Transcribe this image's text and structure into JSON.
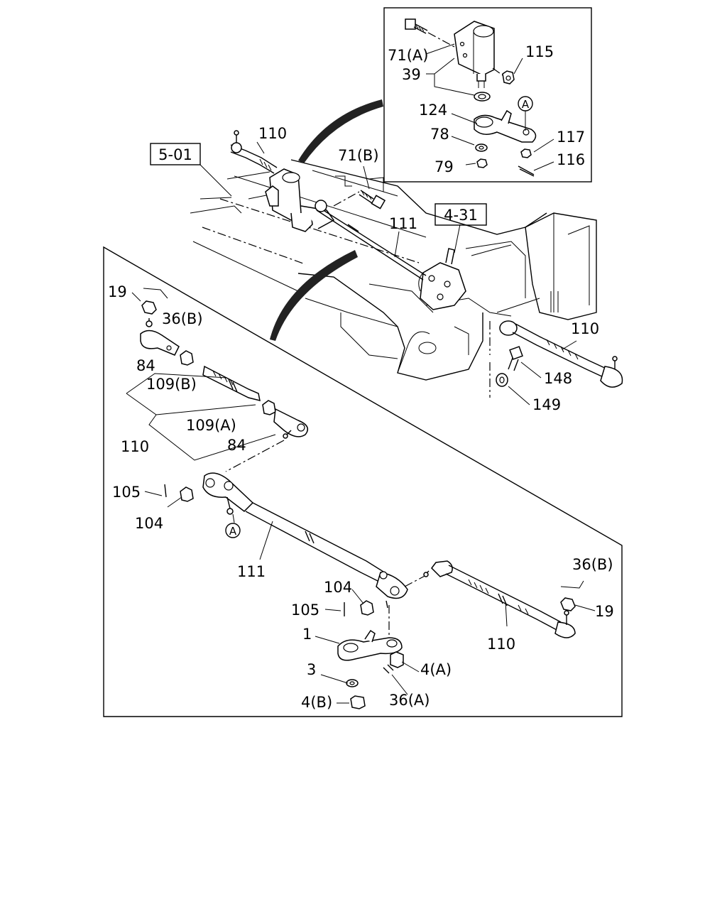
{
  "diagram": {
    "callouts": {
      "ref_5_01": "5-01",
      "ref_4_31": "4-31",
      "circle_a": "A"
    },
    "labels": [
      {
        "id": "l110-top",
        "text": "110"
      },
      {
        "id": "l71b",
        "text": "71(B)"
      },
      {
        "id": "l111-top",
        "text": "111"
      },
      {
        "id": "l110-right",
        "text": "110"
      },
      {
        "id": "l148",
        "text": "148"
      },
      {
        "id": "l149",
        "text": "149"
      },
      {
        "id": "l71a",
        "text": "71(A)"
      },
      {
        "id": "l115",
        "text": "115"
      },
      {
        "id": "l39",
        "text": "39"
      },
      {
        "id": "l124",
        "text": "124"
      },
      {
        "id": "l78",
        "text": "78"
      },
      {
        "id": "l117",
        "text": "117"
      },
      {
        "id": "l79",
        "text": "79"
      },
      {
        "id": "l116",
        "text": "116"
      },
      {
        "id": "l19-left",
        "text": "19"
      },
      {
        "id": "l36b-left",
        "text": "36(B)"
      },
      {
        "id": "l84-top",
        "text": "84"
      },
      {
        "id": "l109b",
        "text": "109(B)"
      },
      {
        "id": "l109a",
        "text": "109(A)"
      },
      {
        "id": "l110-left",
        "text": "110"
      },
      {
        "id": "l84-bottom",
        "text": "84"
      },
      {
        "id": "l105-left",
        "text": "105"
      },
      {
        "id": "l104-left",
        "text": "104"
      },
      {
        "id": "l111-bottom",
        "text": "111"
      },
      {
        "id": "l104-mid",
        "text": "104"
      },
      {
        "id": "l105-mid",
        "text": "105"
      },
      {
        "id": "l36b-right",
        "text": "36(B)"
      },
      {
        "id": "l19-right",
        "text": "19"
      },
      {
        "id": "l110-bottom",
        "text": "110"
      },
      {
        "id": "l1",
        "text": "1"
      },
      {
        "id": "l3",
        "text": "3"
      },
      {
        "id": "l4a",
        "text": "4(A)"
      },
      {
        "id": "l36a",
        "text": "36(A)"
      },
      {
        "id": "l4b",
        "text": "4(B)"
      }
    ]
  }
}
